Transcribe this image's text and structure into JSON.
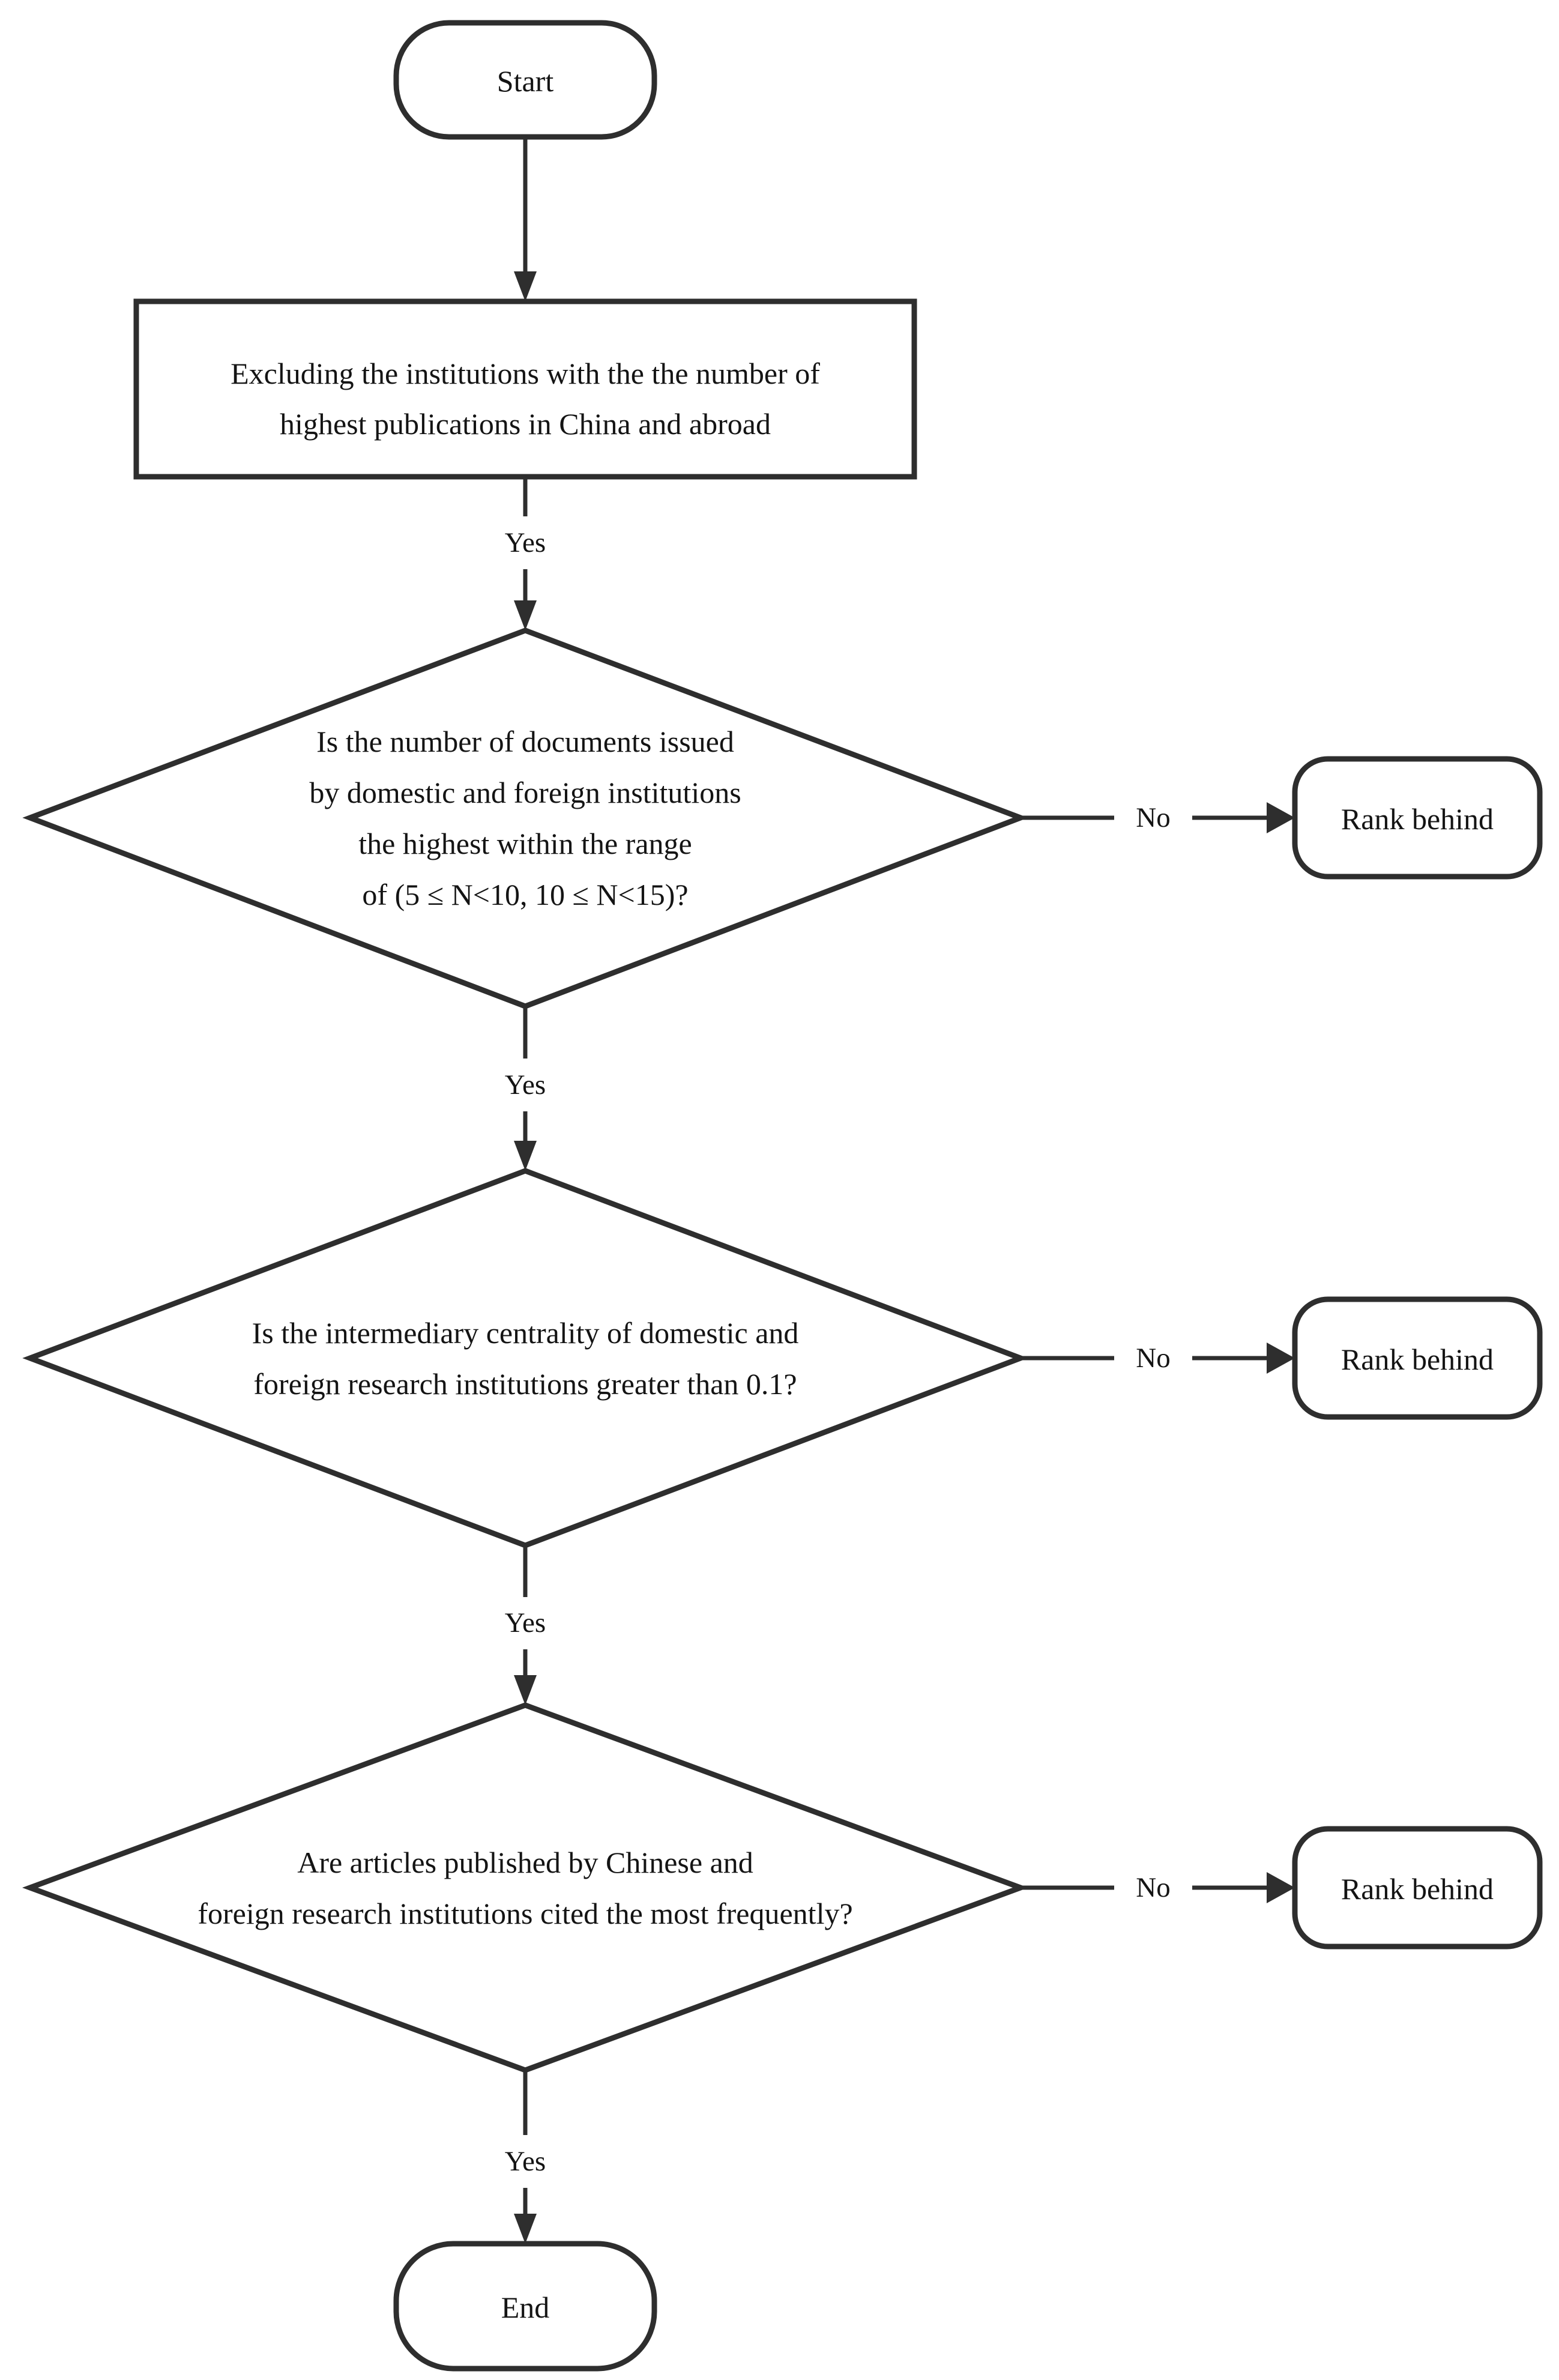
{
  "colors": {
    "ink": "#2e2e2e",
    "text": "#141414",
    "background": "#ffffff"
  },
  "flowchart": {
    "nodes": {
      "start": {
        "type": "terminator",
        "label": "Start"
      },
      "process": {
        "type": "process",
        "lines": [
          "Excluding the institutions with the the number of",
          "highest publications in China and abroad"
        ]
      },
      "decision1": {
        "type": "decision",
        "lines": [
          "Is the number of documents issued",
          "by domestic and foreign institutions",
          "the highest within the range",
          "of (5 ≤ N<10, 10 ≤ N<15)?"
        ]
      },
      "rank_behind_1": {
        "type": "terminator",
        "label": "Rank behind"
      },
      "decision2": {
        "type": "decision",
        "lines": [
          "Is the intermediary centrality of domestic and",
          "foreign research institutions greater than 0.1?"
        ]
      },
      "rank_behind_2": {
        "type": "terminator",
        "label": "Rank behind"
      },
      "decision3": {
        "type": "decision",
        "lines": [
          "Are articles published by Chinese and",
          "foreign research institutions cited the most frequently?"
        ]
      },
      "rank_behind_3": {
        "type": "terminator",
        "label": "Rank behind"
      },
      "end": {
        "type": "terminator",
        "label": "End"
      }
    },
    "edges": {
      "process_to_decision1": {
        "label": "Yes"
      },
      "decision1_to_decision2": {
        "label": "Yes"
      },
      "decision2_to_decision3": {
        "label": "Yes"
      },
      "decision3_to_end": {
        "label": "Yes"
      },
      "decision1_to_rank1": {
        "label": "No"
      },
      "decision2_to_rank2": {
        "label": "No"
      },
      "decision3_to_rank3": {
        "label": "No"
      }
    }
  }
}
